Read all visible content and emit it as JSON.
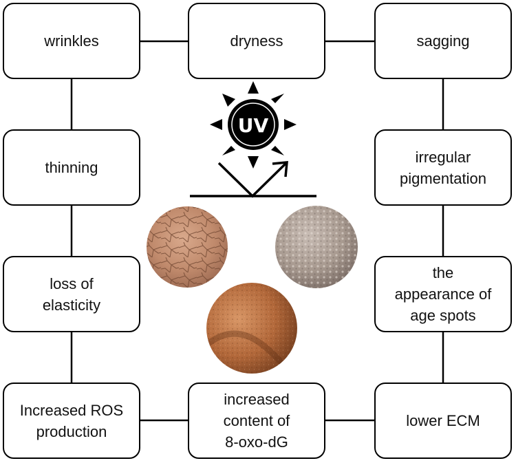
{
  "boxes": {
    "wrinkles": "wrinkles",
    "dryness": "dryness",
    "sagging": "sagging",
    "thinning": "thinning",
    "irregular_pigmentation": "irregular\npigmentation",
    "loss_of_elasticity": "loss of\nelasticity",
    "age_spots": "the\nappearance of\nage spots",
    "ros": "Increased ROS\nproduction",
    "oxo_dg": "increased\ncontent of\n8-oxo-dG",
    "ecm": "lower ECM"
  },
  "sun": {
    "label": "UV",
    "icon": "sun-icon"
  },
  "skin_images": [
    "cracked-dry-skin-image",
    "bumpy-pale-skin-image",
    "tan-skin-closeup-image"
  ],
  "colors": {
    "stroke": "#000000",
    "background": "#ffffff"
  }
}
